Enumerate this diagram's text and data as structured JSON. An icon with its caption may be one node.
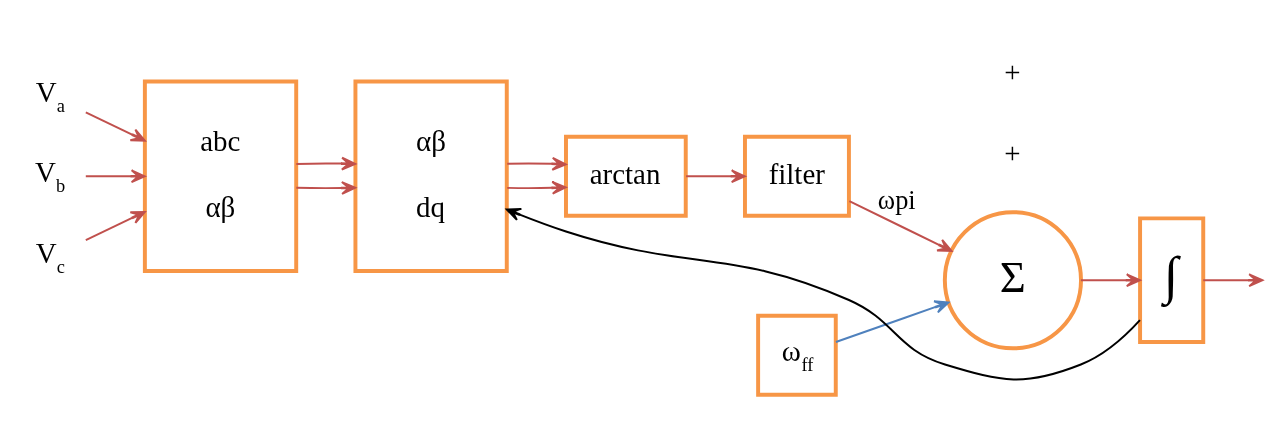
{
  "diagram": {
    "nodes": [
      {
        "text": [
          "V$_{a}$"
        ]
      },
      {
        "text": [
          "V$_{b}$"
        ]
      },
      {
        "text": [
          "V$_{c}$"
        ]
      },
      {
        "text": [
          "abc",
          "αβ"
        ]
      },
      {
        "text": [
          "αβ",
          "dq"
        ]
      },
      {
        "text": [
          "arctan"
        ]
      },
      {
        "text": [
          "filter"
        ]
      },
      {
        "text": [
          "ω$_{ff}$"
        ]
      },
      {
        "text": [
          "Σ"
        ]
      },
      {
        "text": [
          "∫"
        ]
      }
    ],
    "edges": [
      {
        "from": 0,
        "to": 3,
        "arrow": "to"
      },
      {
        "from": 1,
        "to": 3,
        "arrow": "to"
      },
      {
        "from": 2,
        "to": 3,
        "arrow": "to"
      },
      {
        "from": 3,
        "to": 4,
        "arrow": "to"
      },
      {
        "from": 3,
        "to": 4,
        "arrow": "to"
      },
      {
        "from": 4,
        "to": 5,
        "arrow": "to"
      },
      {
        "from": 4,
        "to": 5,
        "arrow": "to"
      },
      {
        "from": 5,
        "to": 6,
        "arrow": "to"
      },
      {
        "from": 6,
        "to": 8,
        "arrow": "to",
        "label": "ωpi"
      },
      {
        "from": 7,
        "to": 8,
        "arrow": "to",
        "color": "#4f81bd"
      },
      {
        "from": 8,
        "to": 9,
        "arrow": "to"
      },
      {
        "from": 9,
        "to": null,
        "arrow": "to"
      },
      {
        "from": 9,
        "to": 4,
        "arrow": "to",
        "color": "#000000"
      }
    ],
    "labels": [
      "+",
      "+"
    ]
  }
}
